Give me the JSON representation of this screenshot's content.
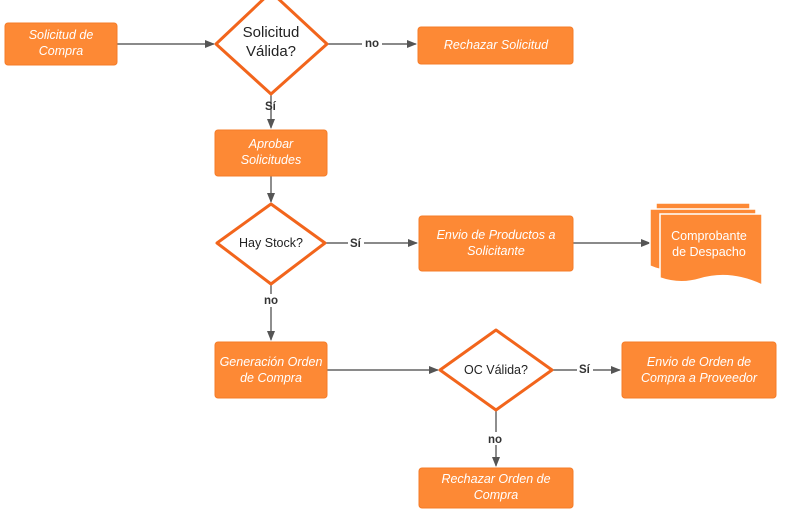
{
  "diagram": {
    "nodes": {
      "solicitud_compra": [
        "Solicitud de",
        "Compra"
      ],
      "solicitud_valida": [
        "Solicitud",
        "Válida?"
      ],
      "rechazar_solicitud": [
        "Rechazar Solicitud"
      ],
      "aprobar_solicitudes": [
        "Aprobar",
        "Solicitudes"
      ],
      "hay_stock": [
        "Hay Stock?"
      ],
      "envio_productos": [
        "Envio de Productos a",
        "Solicitante"
      ],
      "comprobante_despacho": [
        "Comprobante",
        "de Despacho"
      ],
      "generacion_orden": [
        "Generación Orden",
        "de Compra"
      ],
      "oc_valida": [
        "OC Válida?"
      ],
      "envio_orden": [
        "Envio de Orden de",
        "Compra a Proveedor"
      ],
      "rechazar_orden": [
        "Rechazar Orden de",
        "Compra"
      ]
    },
    "edge_labels": {
      "valida_no": "no",
      "valida_si": "Sí",
      "stock_si": "Sí",
      "stock_no": "no",
      "oc_si": "Sí",
      "oc_no": "no"
    },
    "colors": {
      "process_fill": "#FD8935",
      "decision_stroke": "#F2651C",
      "connector": "#444444"
    }
  }
}
